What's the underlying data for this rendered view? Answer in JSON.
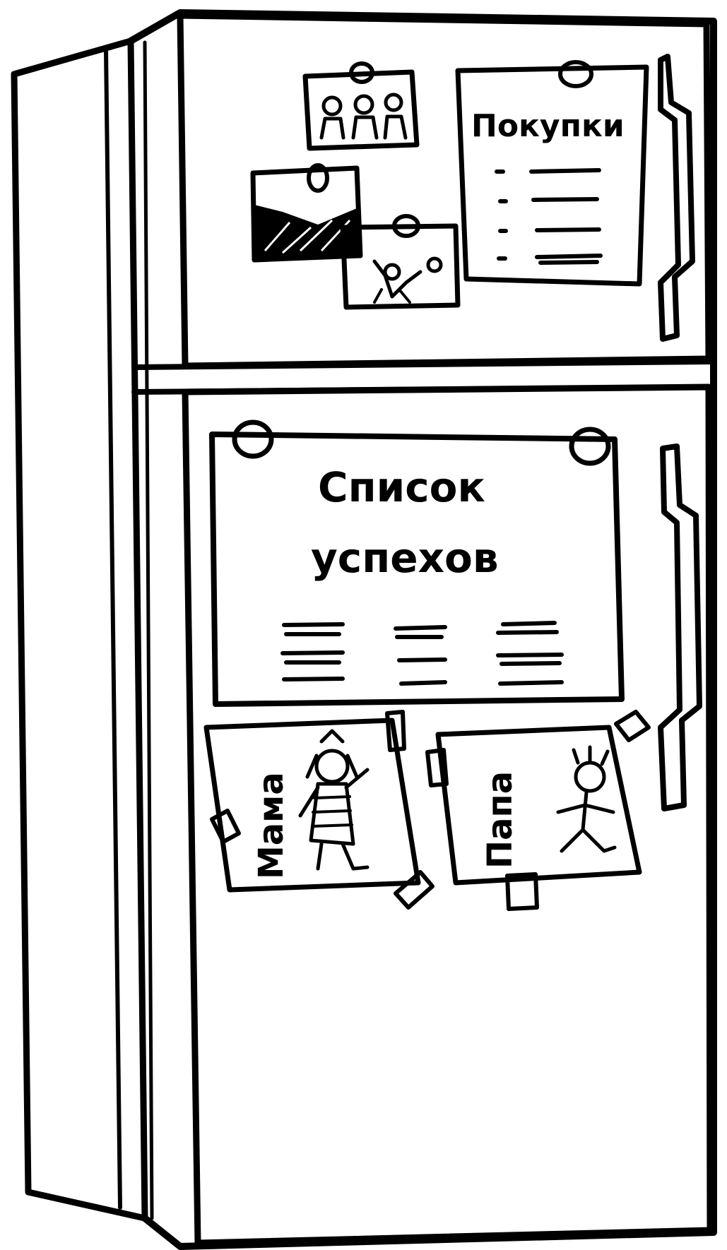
{
  "notes": {
    "shopping_title": "Покупки",
    "success_title_line1": "Список",
    "success_title_line2": "успехов",
    "mom_label": "Мама",
    "dad_label": "Папа"
  },
  "colors": {
    "ink": "#000000",
    "paper": "#ffffff"
  },
  "icons": [
    "magnet-icon",
    "family-photo-icon",
    "landscape-photo-icon",
    "kids-photo-icon",
    "mom-drawing-icon",
    "dad-drawing-icon",
    "tape-icon"
  ]
}
